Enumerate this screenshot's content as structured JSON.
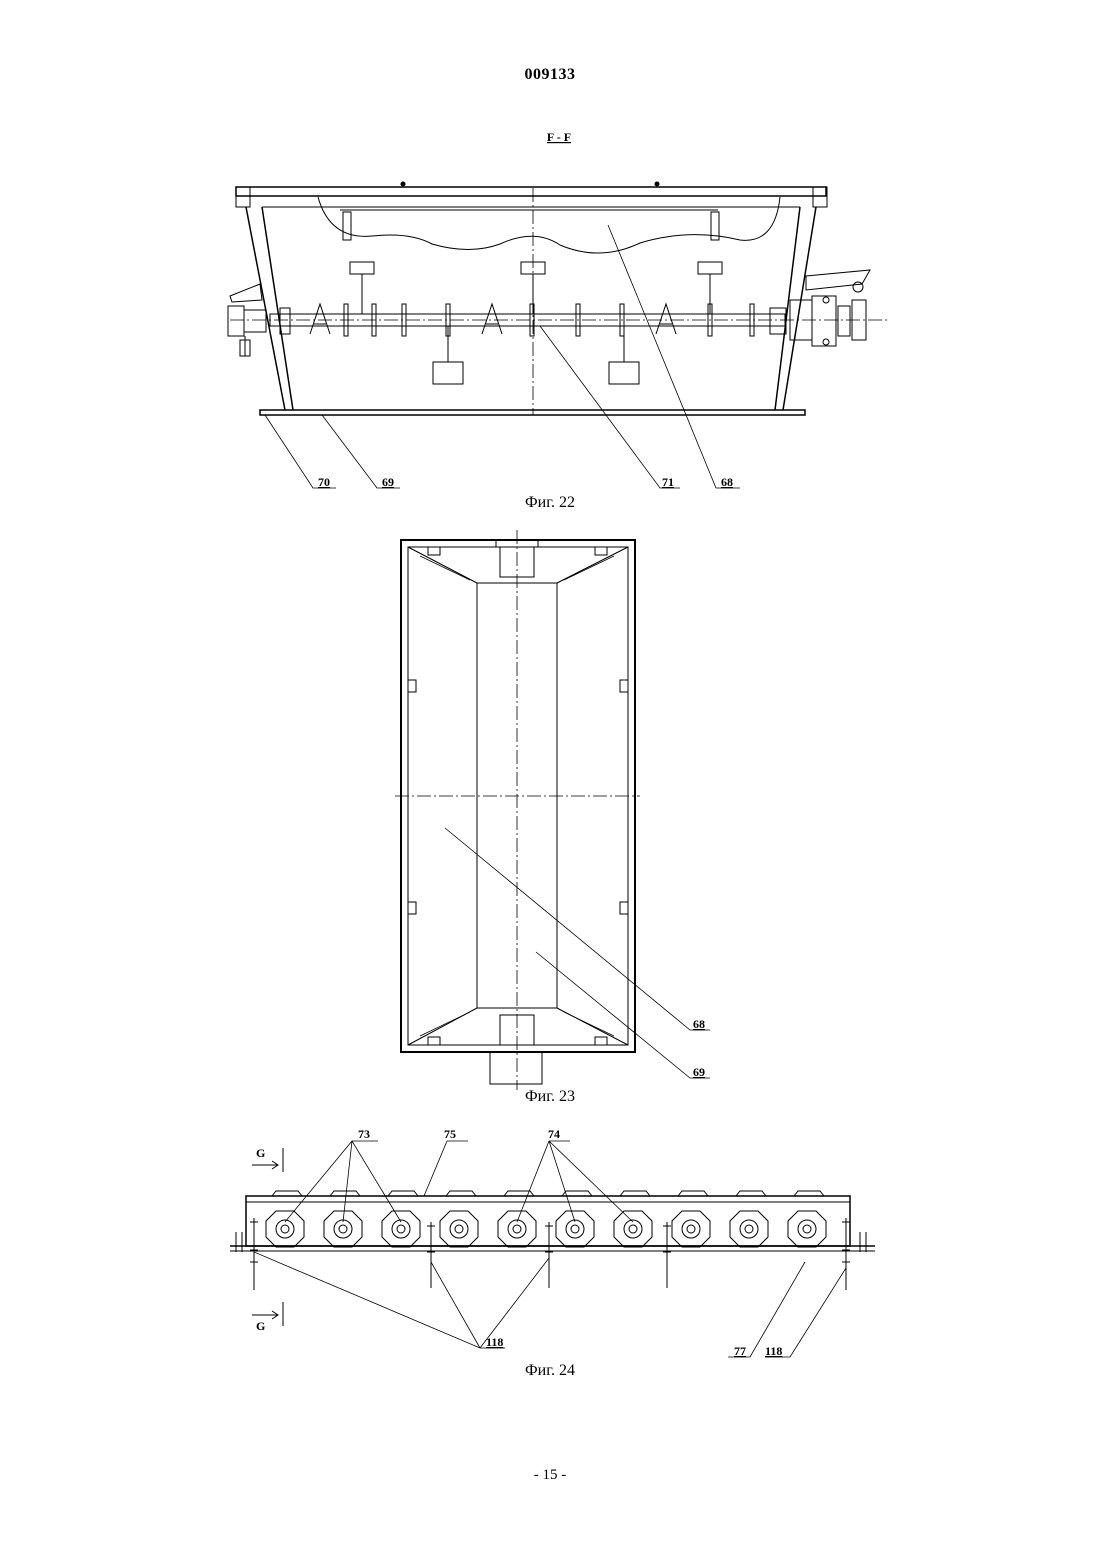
{
  "header": {
    "document_number": "009133"
  },
  "footer": {
    "page_number": "- 15 -"
  },
  "figures": [
    {
      "caption": "Фиг. 22",
      "section_label": "F - F",
      "callouts": [
        "70",
        "69",
        "71",
        "68"
      ]
    },
    {
      "caption": "Фиг. 23",
      "callouts": [
        "68",
        "69"
      ]
    },
    {
      "caption": "Фиг. 24",
      "section_marks": [
        "G",
        "G"
      ],
      "callouts": [
        "73",
        "75",
        "74",
        "118",
        "77",
        "118"
      ]
    }
  ]
}
